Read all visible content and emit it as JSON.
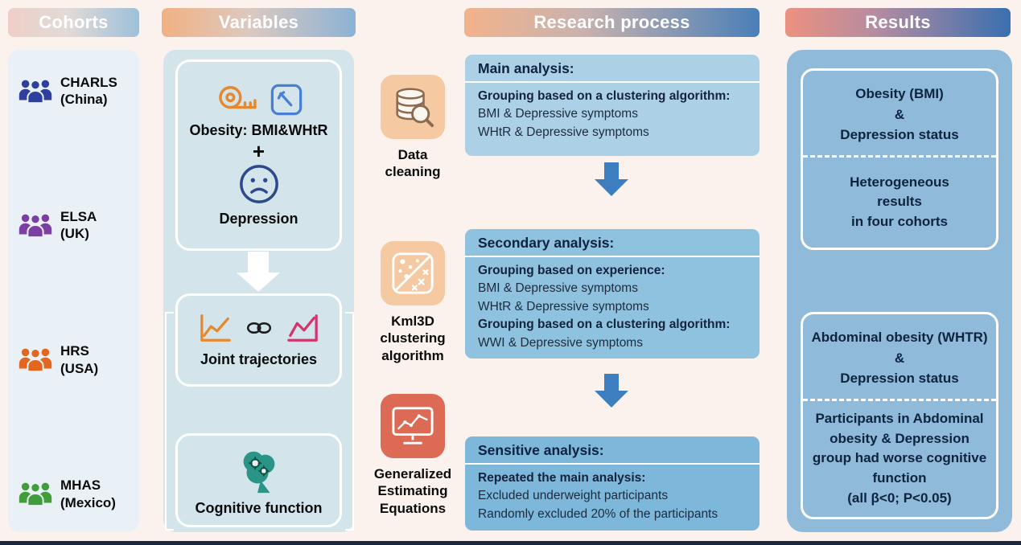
{
  "headers": {
    "cohorts": "Cohorts",
    "variables": "Variables",
    "research": "Research process",
    "results": "Results"
  },
  "cohorts": {
    "items": [
      {
        "label": "CHARLS\n(China)",
        "color": "#2e3f9f"
      },
      {
        "label": "ELSA\n(UK)",
        "color": "#7b3fa3"
      },
      {
        "label": "HRS\n(USA)",
        "color": "#e2661e"
      },
      {
        "label": "MHAS\n(Mexico)",
        "color": "#3f9d3a"
      }
    ]
  },
  "variables": {
    "obesity": "Obesity: BMI&WHtR",
    "plus": "+",
    "depression": "Depression",
    "trajectories": "Joint trajectories",
    "cognitive": "Cognitive function"
  },
  "methods": [
    {
      "label": "Data\ncleaning"
    },
    {
      "label": "Kml3D\nclustering\nalgorithm"
    },
    {
      "label": "Generalized\nEstimating\nEquations"
    }
  ],
  "research": {
    "main": {
      "title": "Main analysis:",
      "group_heading": "Grouping based on a clustering algorithm:",
      "items": [
        "BMI & Depressive symptoms",
        "WHtR & Depressive symptoms"
      ]
    },
    "secondary": {
      "title": "Secondary analysis:",
      "group1_heading": "Grouping based on experience:",
      "group1_items": [
        "BMI & Depressive symptoms",
        "WHtR & Depressive symptoms"
      ],
      "group2_heading": "Grouping based on a clustering algorithm:",
      "group2_items": [
        "WWI & Depressive symptoms"
      ]
    },
    "sensitive": {
      "title": "Sensitive analysis:",
      "group_heading": "Repeated the main analysis:",
      "items": [
        "Excluded underweight participants",
        "Randomly excluded 20% of the participants"
      ]
    }
  },
  "results": {
    "box1": {
      "top": "Obesity (BMI)\n&\nDepression status",
      "bottom": "Heterogeneous\nresults\nin four cohorts"
    },
    "box2": {
      "top": "Abdominal obesity (WHTR)\n&\nDepression status",
      "bottom": "Participants in Abdominal obesity & Depression group had worse cognitive function",
      "stat": "(all β<0; P<0.05)"
    }
  },
  "colors": {
    "accent_orange": "#e8872b",
    "accent_blue": "#4a7fd6",
    "navy": "#2c4a8c",
    "pink": "#d6336c",
    "teal": "#2a9486",
    "peach_icon_bg": "#f5c9a1",
    "red_icon_bg": "#dc6a55",
    "arrow_blue": "#3d7ec0"
  }
}
